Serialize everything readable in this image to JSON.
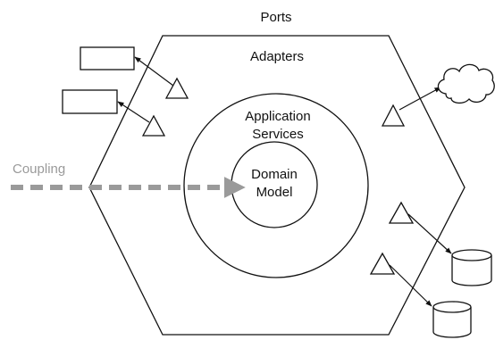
{
  "labels": {
    "ports": "Ports",
    "adapters": "Adapters",
    "application_services_line1": "Application",
    "application_services_line2": "Services",
    "domain_model_line1": "Domain",
    "domain_model_line2": "Model",
    "coupling": "Coupling"
  },
  "colors": {
    "line": "#111111",
    "coupling_arrow": "#9a9a9a",
    "background": "#ffffff"
  },
  "icons": {
    "port": "triangle-icon",
    "ui_component": "rectangle-icon",
    "external_service": "cloud-icon",
    "storage": "database-cylinder-icon"
  }
}
